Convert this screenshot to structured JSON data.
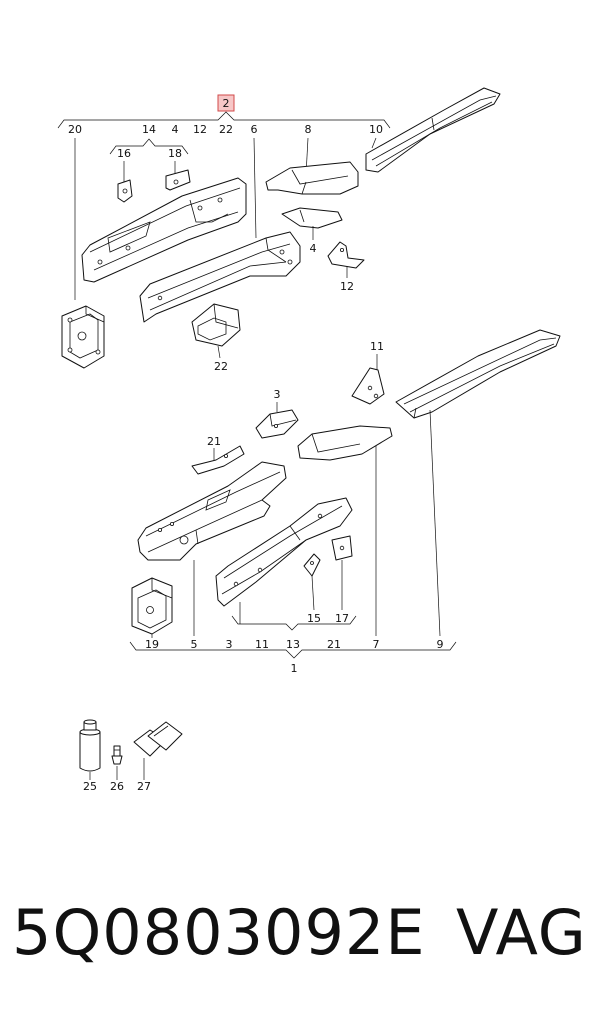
{
  "callouts": {
    "c1": "1",
    "c2": "2",
    "c3": "3",
    "c4": "4",
    "c5": "5",
    "c6": "6",
    "c7": "7",
    "c8": "8",
    "c9": "9",
    "c10": "10",
    "c11": "11",
    "c12": "12",
    "c13": "13",
    "c14": "14",
    "c15": "15",
    "c16": "16",
    "c17": "17",
    "c18": "18",
    "c19": "19",
    "c20": "20",
    "c21": "21",
    "c22": "22",
    "c25": "25",
    "c26": "26",
    "c27": "27"
  },
  "caption": {
    "part_number": "5Q0803092E",
    "brand": "VAG"
  },
  "colors": {
    "highlight_fill": "#f7c7c7",
    "highlight_stroke": "#d04a4a",
    "line": "#111111"
  }
}
